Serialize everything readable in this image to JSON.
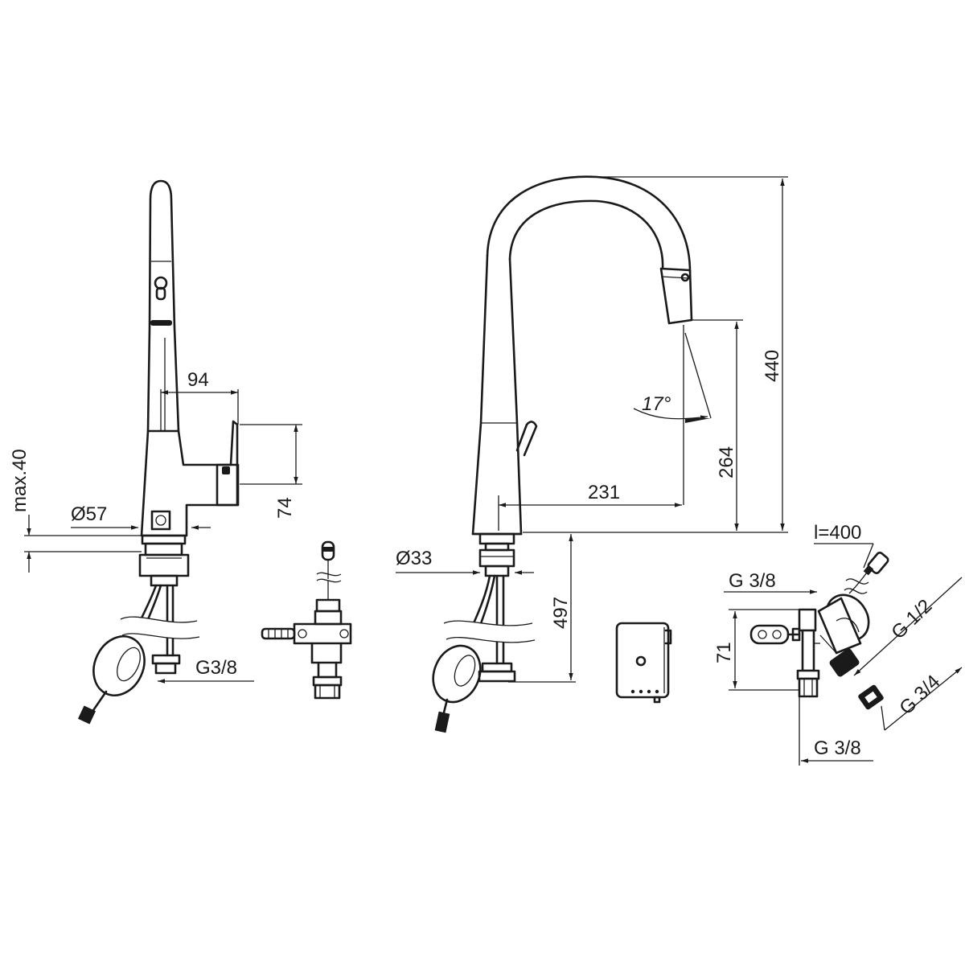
{
  "drawing": {
    "side_view": {
      "dim_width_94": "94",
      "dim_height_74": "74",
      "dim_deck_max": "max.40",
      "dim_diameter": "Ø57",
      "dim_connection": "G3/8"
    },
    "front_view": {
      "dim_height_440": "440",
      "dim_height_264": "264",
      "dim_reach_231": "231",
      "dim_angle": "17°",
      "dim_diameter": "Ø33",
      "dim_hose_497": "497"
    },
    "valve_detail": {
      "cable_length": "l=400",
      "inlet_g38_top": "G 3/8",
      "inlet_g12": "G 1/2",
      "inlet_g34": "G 3/4",
      "outlet_g38": "G 3/8",
      "dim_height_71": "71"
    }
  },
  "colors": {
    "line": "#1a1a1a",
    "background": "#ffffff"
  }
}
